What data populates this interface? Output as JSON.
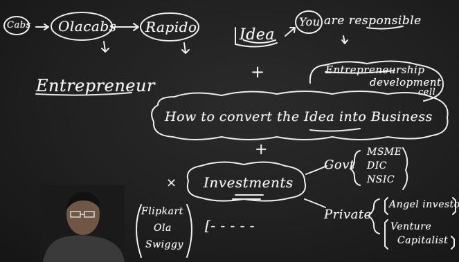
{
  "board": {
    "cabs": "Cabs",
    "olacabs": "Olacabs",
    "rapido": "Rapido",
    "idea": "Idea",
    "you": "You",
    "are_responsible": "are responsible",
    "plus_1": "+",
    "plus_2": "+",
    "entrepreneur": "Entrepreneur",
    "edc_line1": "Entrepreneurship",
    "edc_line2": "development",
    "edc_line3": "cell",
    "convert": "How to convert the Idea into Business",
    "investments": "Investments",
    "govt": "Govt",
    "msme": "MSME",
    "dic": "DIC",
    "nsic": "NSIC",
    "private": "Private",
    "angel_investors": "Angel investors",
    "venture_line1": "Venture",
    "venture_line2": "Capitalist",
    "cross": "×",
    "flipkart": "Flipkart",
    "ola": "Ola",
    "swiggy": "Swiggy",
    "dashes": "[- - - - -"
  },
  "colors": {
    "board": "#222222",
    "chalk": "#f4f4f4"
  }
}
